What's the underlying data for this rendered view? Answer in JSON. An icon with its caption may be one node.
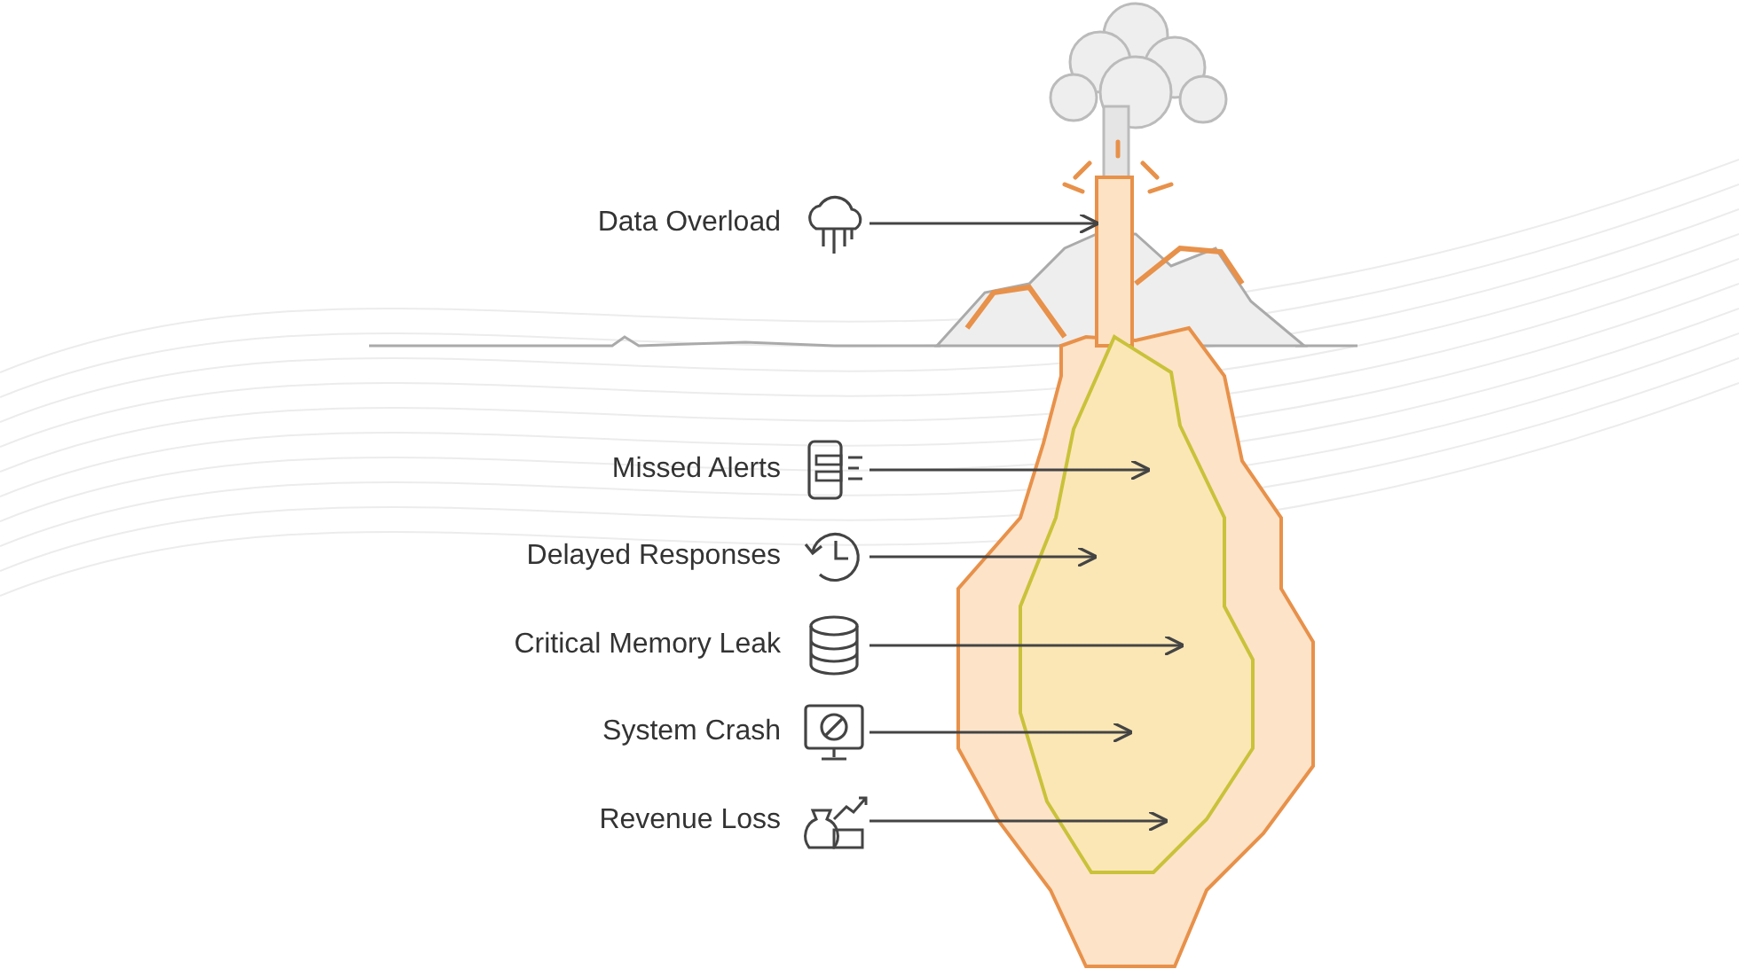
{
  "diagram": {
    "nodes": [
      {
        "text": [
          "Data Overload"
        ]
      },
      {
        "text": [
          "Missed Alerts"
        ]
      },
      {
        "text": [
          "Delayed Responses"
        ]
      },
      {
        "text": [
          "Critical Memory Leak"
        ]
      },
      {
        "text": [
          "System Crash"
        ]
      },
      {
        "text": [
          "Revenue Loss"
        ]
      },
      {
        "text": [],
        "shape": "box"
      },
      {
        "text": [],
        "shape": "polygon"
      }
    ],
    "edges": [
      {
        "from": 0,
        "to": 6,
        "arrow": "to"
      },
      {
        "from": 1,
        "to": 7,
        "arrow": "to"
      },
      {
        "from": 2,
        "to": 7,
        "arrow": "to"
      },
      {
        "from": 3,
        "to": 7,
        "arrow": "to"
      },
      {
        "from": 4,
        "to": 7,
        "arrow": "to"
      },
      {
        "from": 5,
        "to": 7,
        "arrow": "to"
      }
    ]
  }
}
